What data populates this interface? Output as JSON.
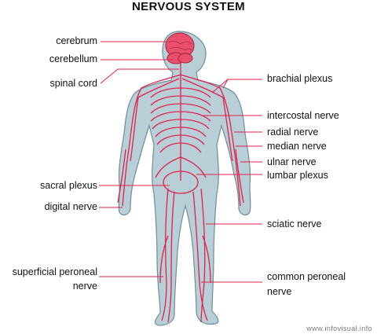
{
  "title": "NERVOUS SYSTEM",
  "labels_left": {
    "cerebrum": "cerebrum",
    "cerebellum": "cerebellum",
    "spinal_cord": "spinal cord",
    "sacral_plexus": "sacral plexus",
    "digital_nerve": "digital nerve",
    "superficial_peroneal_1": "superficial peroneal",
    "superficial_peroneal_2": "nerve"
  },
  "labels_right": {
    "brachial_plexus": "brachial plexus",
    "intercostal_nerve": "intercostal nerve",
    "radial_nerve": "radial nerve",
    "median_nerve": "median nerve",
    "ulnar_nerve": "ulnar nerve",
    "lumbar_plexus": "lumbar plexus",
    "sciatic_nerve": "sciatic nerve",
    "common_peroneal_1": "common peroneal",
    "common_peroneal_2": "nerve"
  },
  "credit": "www.infovisual.info",
  "colors": {
    "body_fill": "#b8cfd8",
    "body_outline": "#6f8d99",
    "nerve": "#e0204a",
    "brain": "#e8506e",
    "leader": "#e0204a"
  }
}
